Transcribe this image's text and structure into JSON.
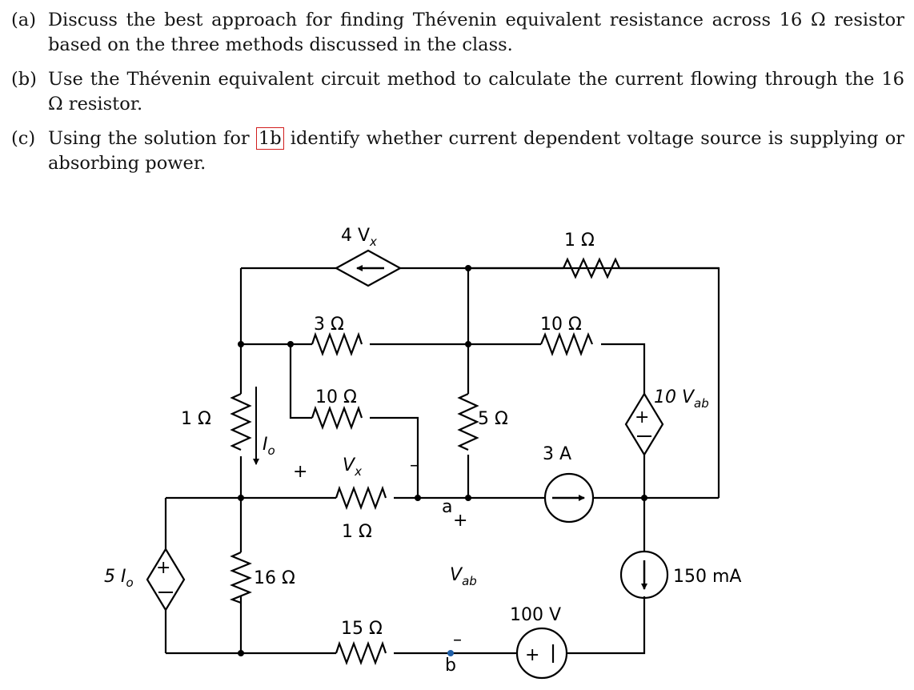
{
  "questions": [
    {
      "label": "(a)",
      "text": "Discuss the best approach for finding Thévenin equivalent resistance across 16 Ω resistor based on the three methods discussed in the class."
    },
    {
      "label": "(b)",
      "text": "Use the Thévenin equivalent circuit method to calculate the current flowing through the 16 Ω resistor."
    },
    {
      "label": "(c)",
      "text_before": "Using the solution for",
      "ref": "1b",
      "text_after": "identify whether current dependent voltage source is supplying or absorbing power."
    }
  ],
  "circuit": {
    "src_4vx": {
      "coef": "4 V",
      "sub": "x"
    },
    "r_top_1": "1 Ω",
    "r_3": "3 Ω",
    "r_10_top": "10 Ω",
    "r_10_mid": "10 Ω",
    "r_1_left": "1 Ω",
    "io": {
      "sym": "I",
      "sub": "o"
    },
    "vx": {
      "sym": "V",
      "sub": "x",
      "plus": "+",
      "minus": "–"
    },
    "r_1_mid": "1 Ω",
    "r_5": "5 Ω",
    "cs_3a": "3 A",
    "src_10vab": {
      "coef": "10 V",
      "sub": "ab"
    },
    "src_5io": {
      "coef": "5 I",
      "sub": "o"
    },
    "r_16": "16 Ω",
    "node_a": "a",
    "a_plus": "+",
    "vab": {
      "sym": "V",
      "sub": "ab"
    },
    "node_b": "b",
    "b_minus": "–",
    "r_15": "15 Ω",
    "vs_100": "100 V",
    "cs_150": "150 mA",
    "plus_sign": "+",
    "minus_sign": "–"
  },
  "colors": {
    "ref_box": "#d11e1e",
    "node_b_dot": "#1f5fa8"
  }
}
